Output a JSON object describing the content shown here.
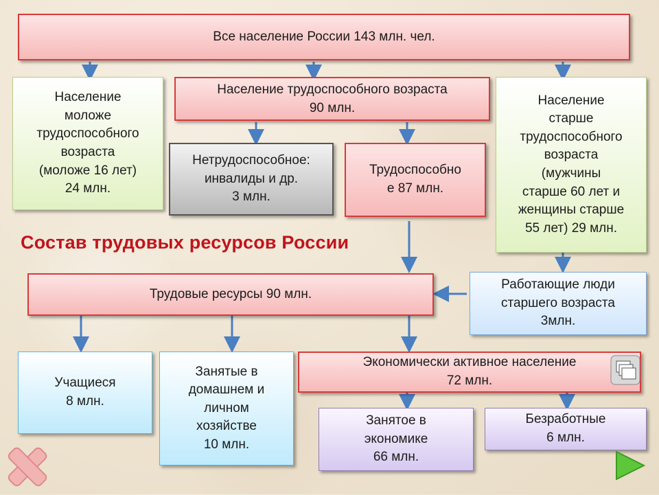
{
  "title": "Состав трудовых ресурсов  России",
  "boxes": {
    "total": "Все население России 143 млн. чел.",
    "younger": "Население\nмоложе\nтрудоспособного\nвозраста\n(моложе 16 лет)\n24 млн.",
    "working_age": "Население трудоспособного возраста\n90 млн.",
    "older": "Население\nстарше\nтрудоспособного\nвозраста\n(мужчины\nстарше 60 лет и\nженщины старше\n55 лет)   29 млн.",
    "disabled": "Нетрудоспособное:\nинвалиды и др.\n3 млн.",
    "able": "Трудоспособно\nе 87 млн.",
    "labor": "Трудовые ресурсы 90 млн.",
    "working_elderly": "Работающие люди\nстаршего возраста\n3млн.",
    "students": "Учащиеся\n8 млн.",
    "household": "Занятые в\nдомашнем и\nличном\nхозяйстве\n10 млн.",
    "active": "Экономически активное население\n72 млн.",
    "employed": "Занятое в\nэкономике\n66 млн.",
    "unemployed": "Безработные\n6 млн."
  },
  "colors": {
    "title": "#c0141c",
    "arrow": "#4a7fc1",
    "pink_border": "#d83a3a"
  },
  "icons": [
    "windows-icon",
    "close-icon",
    "next-arrow-icon"
  ]
}
